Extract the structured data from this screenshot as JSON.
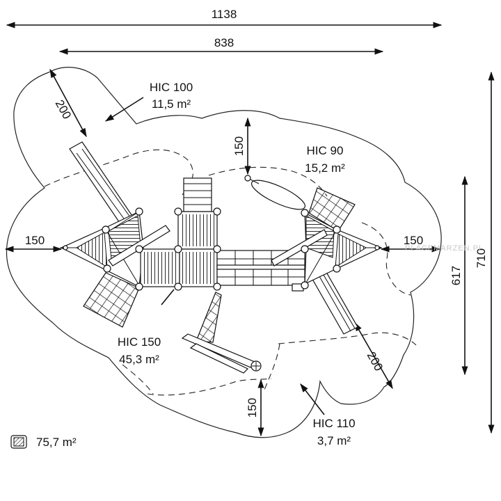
{
  "dimensions": {
    "overall_width": "1138",
    "inner_width": "838",
    "height_total": "710",
    "height_inner": "617",
    "left_margin": "150",
    "right_margin": "150",
    "top_margin": "150",
    "bottom_margin": "150",
    "upper_slide_zone": "200",
    "lower_slide_zone": "200"
  },
  "hic_zones": [
    {
      "label": "HIC 100",
      "area": "11,5 m²"
    },
    {
      "label": "HIC 90",
      "area": "15,2 m²"
    },
    {
      "label": "HIC 150",
      "area": "45,3 m²"
    },
    {
      "label": "HIC 110",
      "area": "3,7 m²"
    }
  ],
  "legend": {
    "icon": "hatched-square-icon",
    "area": "75,7 m²"
  },
  "watermark": "PLACEMARZEN.PL"
}
